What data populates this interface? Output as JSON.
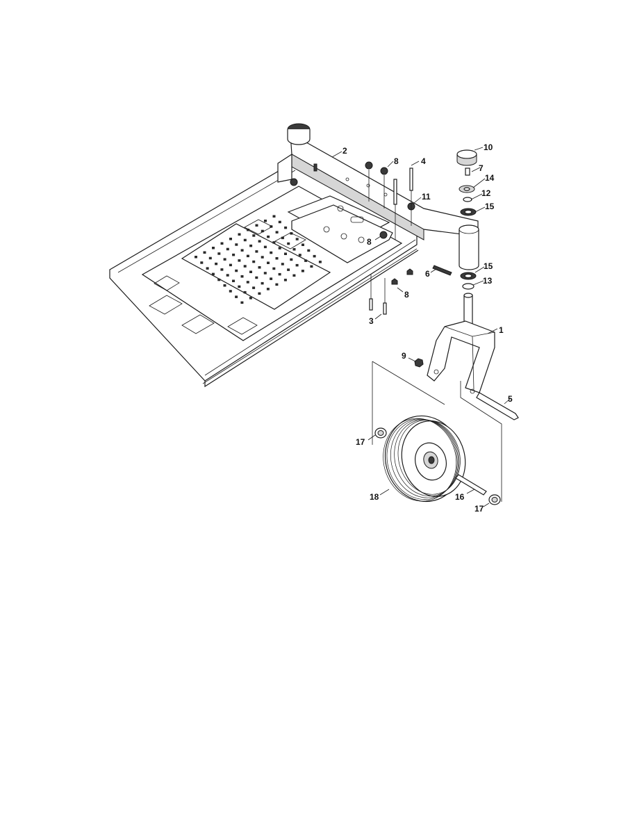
{
  "callouts": {
    "c1": "1",
    "c2": "2",
    "c3": "3",
    "c4": "4",
    "c5": "5",
    "c6": "6",
    "c7": "7",
    "c8a": "8",
    "c8b": "8",
    "c8c": "8",
    "c9": "9",
    "c10": "10",
    "c11": "11",
    "c12": "12",
    "c13": "13",
    "c14": "14",
    "c15a": "15",
    "c15b": "15",
    "c16": "16",
    "c17a": "17",
    "c17b": "17",
    "c18": "18"
  }
}
